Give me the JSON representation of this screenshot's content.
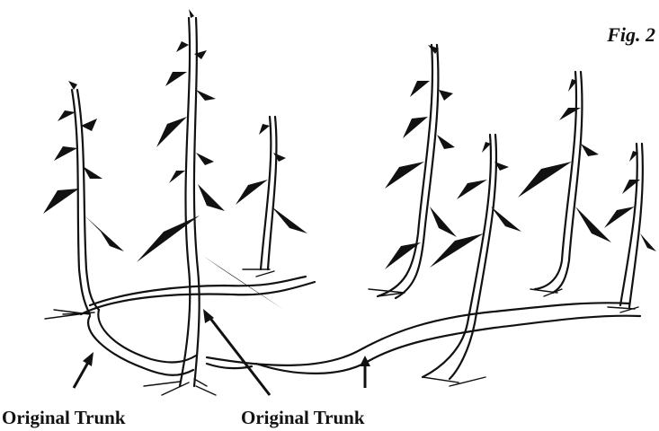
{
  "figure_label": "Fig. 2",
  "captions": {
    "left": "Original Trunk",
    "right": "Original Trunk"
  },
  "colors": {
    "ink": "#111111",
    "background": "#ffffff"
  }
}
